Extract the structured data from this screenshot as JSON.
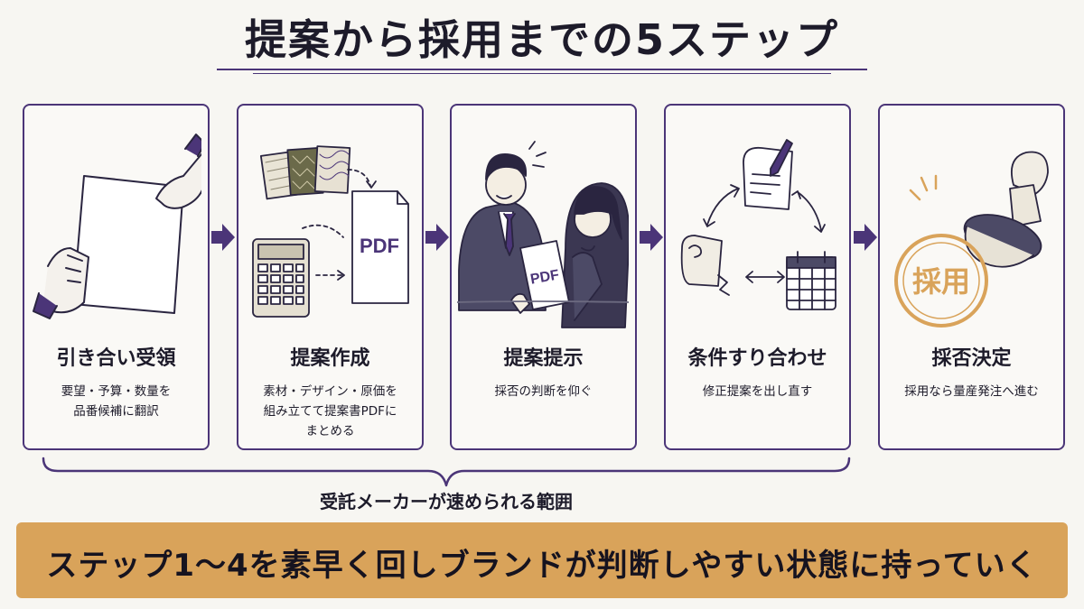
{
  "title": "提案から採用までの5ステップ",
  "steps": [
    {
      "title": "引き合い受領",
      "description": "要望・予算・数量を\n品番候補に翻訳",
      "icon": "hands-document-icon"
    },
    {
      "title": "提案作成",
      "description": "素材・デザイン・原価を\n組み立てて提案書PDFに\nまとめる",
      "icon": "fabric-calculator-pdf-icon",
      "pdf_label": "PDF"
    },
    {
      "title": "提案提示",
      "description": "採否の判断を仰ぐ",
      "icon": "presentation-people-icon",
      "pdf_label": "PDF"
    },
    {
      "title": "条件すり合わせ",
      "description": "修正提案を出し直す",
      "icon": "revision-cycle-icon"
    },
    {
      "title": "採否決定",
      "description": "採用なら量産発注へ進む",
      "icon": "approval-stamp-icon",
      "stamp_text": "採用"
    }
  ],
  "brace_label": "受託メーカーが速められる範囲",
  "banner_text": "ステップ1〜4を素早く回しブランドが判断しやすい状態に持っていく",
  "colors": {
    "accent": "#4b3578",
    "banner": "#d9a35a",
    "stamp": "#d9a35a",
    "background": "#f7f6f2"
  }
}
